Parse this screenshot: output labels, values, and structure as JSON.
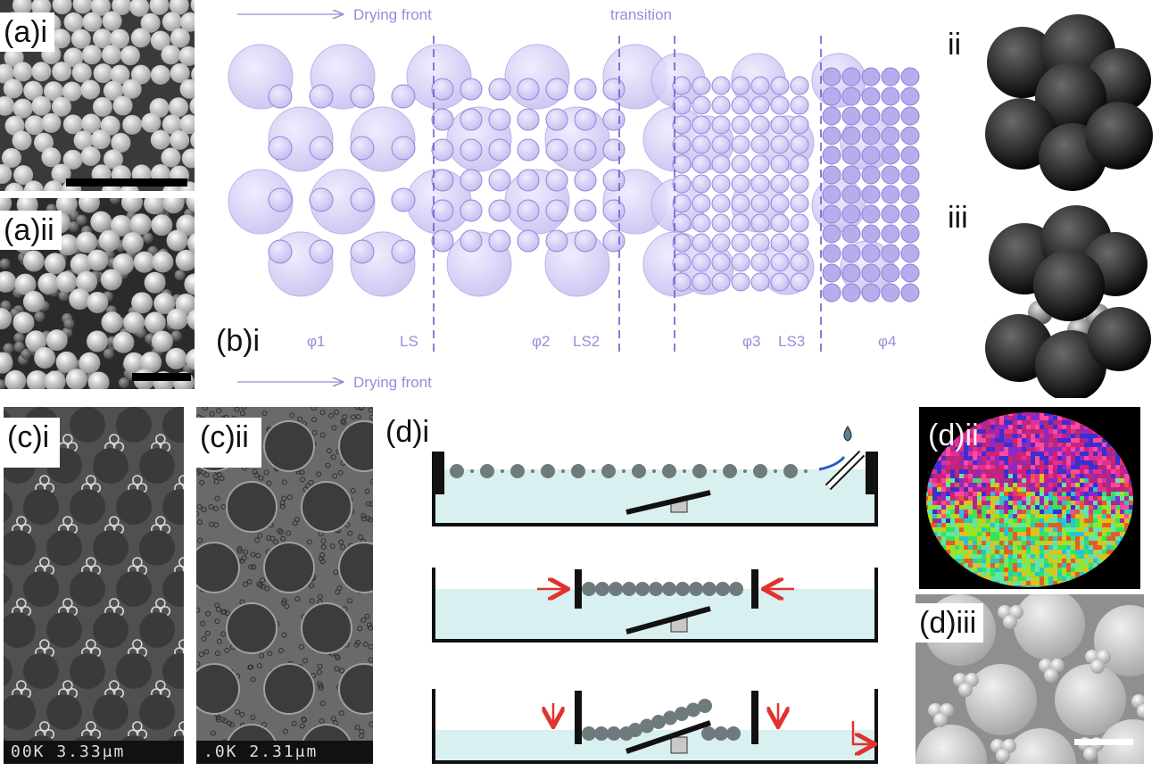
{
  "panels": {
    "a_i": {
      "label": "(a)i"
    },
    "a_ii": {
      "label": "(a)ii"
    },
    "b_i": {
      "label": "(b)i",
      "top_arrow_text": "Drying front",
      "transition_text": "transition",
      "bottom_arrow_text": "Drying front",
      "zone_labels": [
        "φ1",
        "LS",
        "φ2",
        "LS2",
        "φ3",
        "LS3",
        "φ4"
      ]
    },
    "b_ii": {
      "label": "ii"
    },
    "b_iii": {
      "label": "iii"
    },
    "c_i": {
      "label": "(c)i",
      "caption": "00K  3.33μm"
    },
    "c_ii": {
      "label": "(c)ii",
      "caption": ".0K  2.31μm"
    },
    "d_i": {
      "label": "(d)i"
    },
    "d_ii": {
      "label": "(d)ii"
    },
    "d_iii": {
      "label": "(d)iii"
    }
  },
  "colors": {
    "sphere_purple": "#c8bff0",
    "sphere_stroke": "#a597df",
    "water": "#d8f0ef",
    "particle": "#6f7a7d",
    "arrow_red": "#e0322f"
  }
}
